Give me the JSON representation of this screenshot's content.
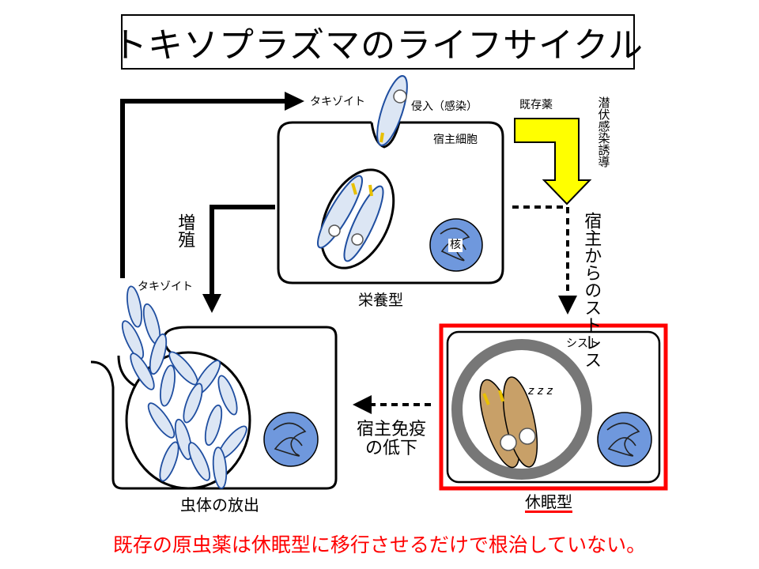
{
  "title": "トキソプラズマのライフサイクル",
  "labels": {
    "tachyzoite_top": "タキゾイト",
    "invasion": "侵入（感染）",
    "host_cell": "宿主細胞",
    "existing_drug": "既存薬",
    "latent_infection_induction": "潜伏感染誘導",
    "stress_from_host": "宿主からのストレス",
    "nucleus": "核",
    "proliferation": "増殖",
    "tachyzoite_left": "タキゾイト",
    "trophozoite": "栄養型",
    "cyst": "シスト",
    "sleep_z": "z z z",
    "host_immunity_decline": "宿主免疫の低下",
    "parasite_release": "虫体の放出",
    "dormant_form": "休眠型"
  },
  "caption": "既存の原虫薬は休眠型に移行させるだけで根治していない。",
  "colors": {
    "parasite_fill": "#dce6f4",
    "parasite_outline": "#1f4ea0",
    "nucleus_fill": "#6f98dd",
    "dormant_fill": "#c8a068",
    "drug_arrow": "#ffff00",
    "highlight_red": "#ff0000",
    "cyst_wall": "#777777"
  }
}
